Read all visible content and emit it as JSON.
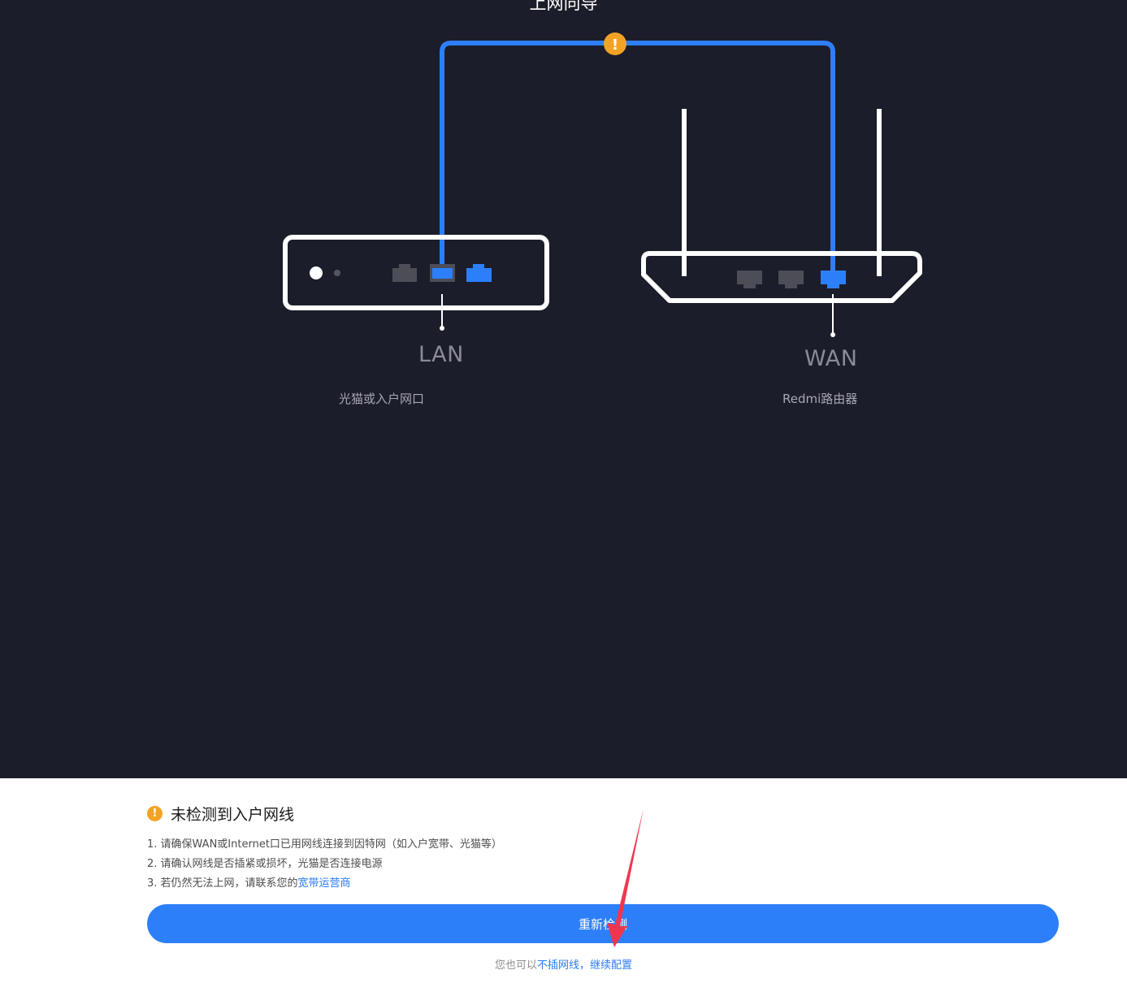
{
  "header": {
    "title": "上网向导"
  },
  "diagram": {
    "modem": {
      "port_label": "LAN",
      "device_label": "光猫或入户网口"
    },
    "router": {
      "port_label": "WAN",
      "device_label": "Redmi路由器"
    },
    "cable_status": "warning",
    "warning_glyph": "!",
    "colors": {
      "cable": "#2d7ff9",
      "warning": "#f2a326",
      "background": "#1c1d2a"
    }
  },
  "notice": {
    "icon": "warning-icon",
    "icon_glyph": "!",
    "title": "未检测到入户网线",
    "tips": [
      {
        "text": "1. 请确保WAN或Internet口已用网线连接到因特网（如入户宽带、光猫等）"
      },
      {
        "text": "2. 请确认网线是否插紧或损坏，光猫是否连接电源"
      },
      {
        "text": "3. 若仍然无法上网，请联系您的",
        "link": "宽带运营商"
      }
    ]
  },
  "actions": {
    "retry_label": "重新检测",
    "skip_prefix": "您也可以",
    "skip_link": "不插网线，继续配置"
  }
}
